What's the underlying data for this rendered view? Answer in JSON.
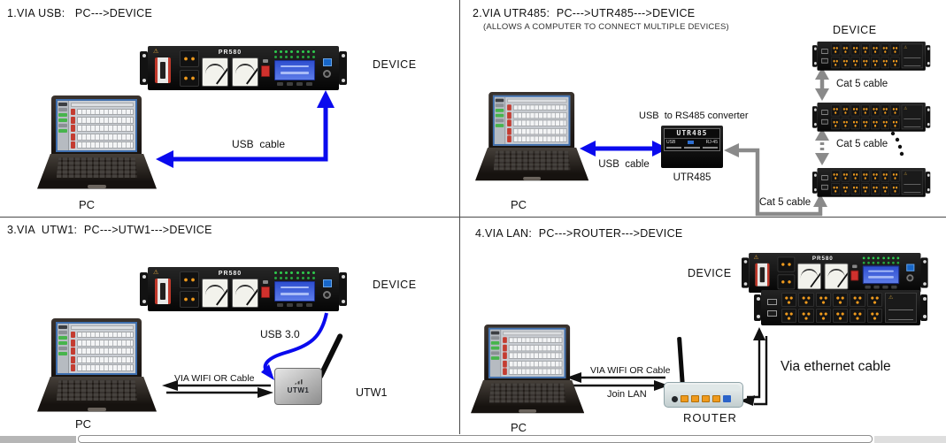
{
  "q1": {
    "title": "1.VIA USB:   PC--->DEVICE",
    "device_label": "DEVICE",
    "pc_label": "PC",
    "cable_label": "USB  cable"
  },
  "q2": {
    "title": "2.VIA UTR485:  PC--->UTR485--->DEVICE",
    "subtitle": "(ALLOWS A COMPUTER TO CONNECT MULTIPLE DEVICES)",
    "device_label": "DEVICE",
    "pc_label": "PC",
    "usb_cable_label": "USB  cable",
    "converter_caption": "USB  to RS485 converter",
    "converter_label": "UTR485",
    "cat5_labels": [
      "Cat 5 cable",
      "Cat 5 cable",
      "Cat 5 cable"
    ]
  },
  "q3": {
    "title": "3.VIA  UTW1:  PC--->UTW1--->DEVICE",
    "device_label": "DEVICE",
    "pc_label": "PC",
    "usb_label": "USB 3.0",
    "wifi_label": "VIA WIFI OR Cable",
    "adapter_label": "UTW1"
  },
  "q4": {
    "title": "4.VIA LAN:  PC--->ROUTER--->DEVICE",
    "device_label": "DEVICE",
    "pc_label": "PC",
    "wifi_label": "VIA WIFI OR Cable",
    "join_label": "Join LAN",
    "router_label": "ROUTER",
    "ethernet_label": "Via ethernet cable"
  },
  "devices": {
    "rack_model": "PR580",
    "utr485_panel": {
      "title": "UTR485",
      "port_left": "USB",
      "port_right": "RJ-45"
    },
    "utw1_panel": "UTW1"
  },
  "colors": {
    "arrow_blue": "#0a0aee",
    "arrow_gray": "#8a8a8a",
    "arrow_black": "#111111",
    "outlet_orange": "#ef9a1d",
    "lcd_blue": "#3e5bd6"
  }
}
